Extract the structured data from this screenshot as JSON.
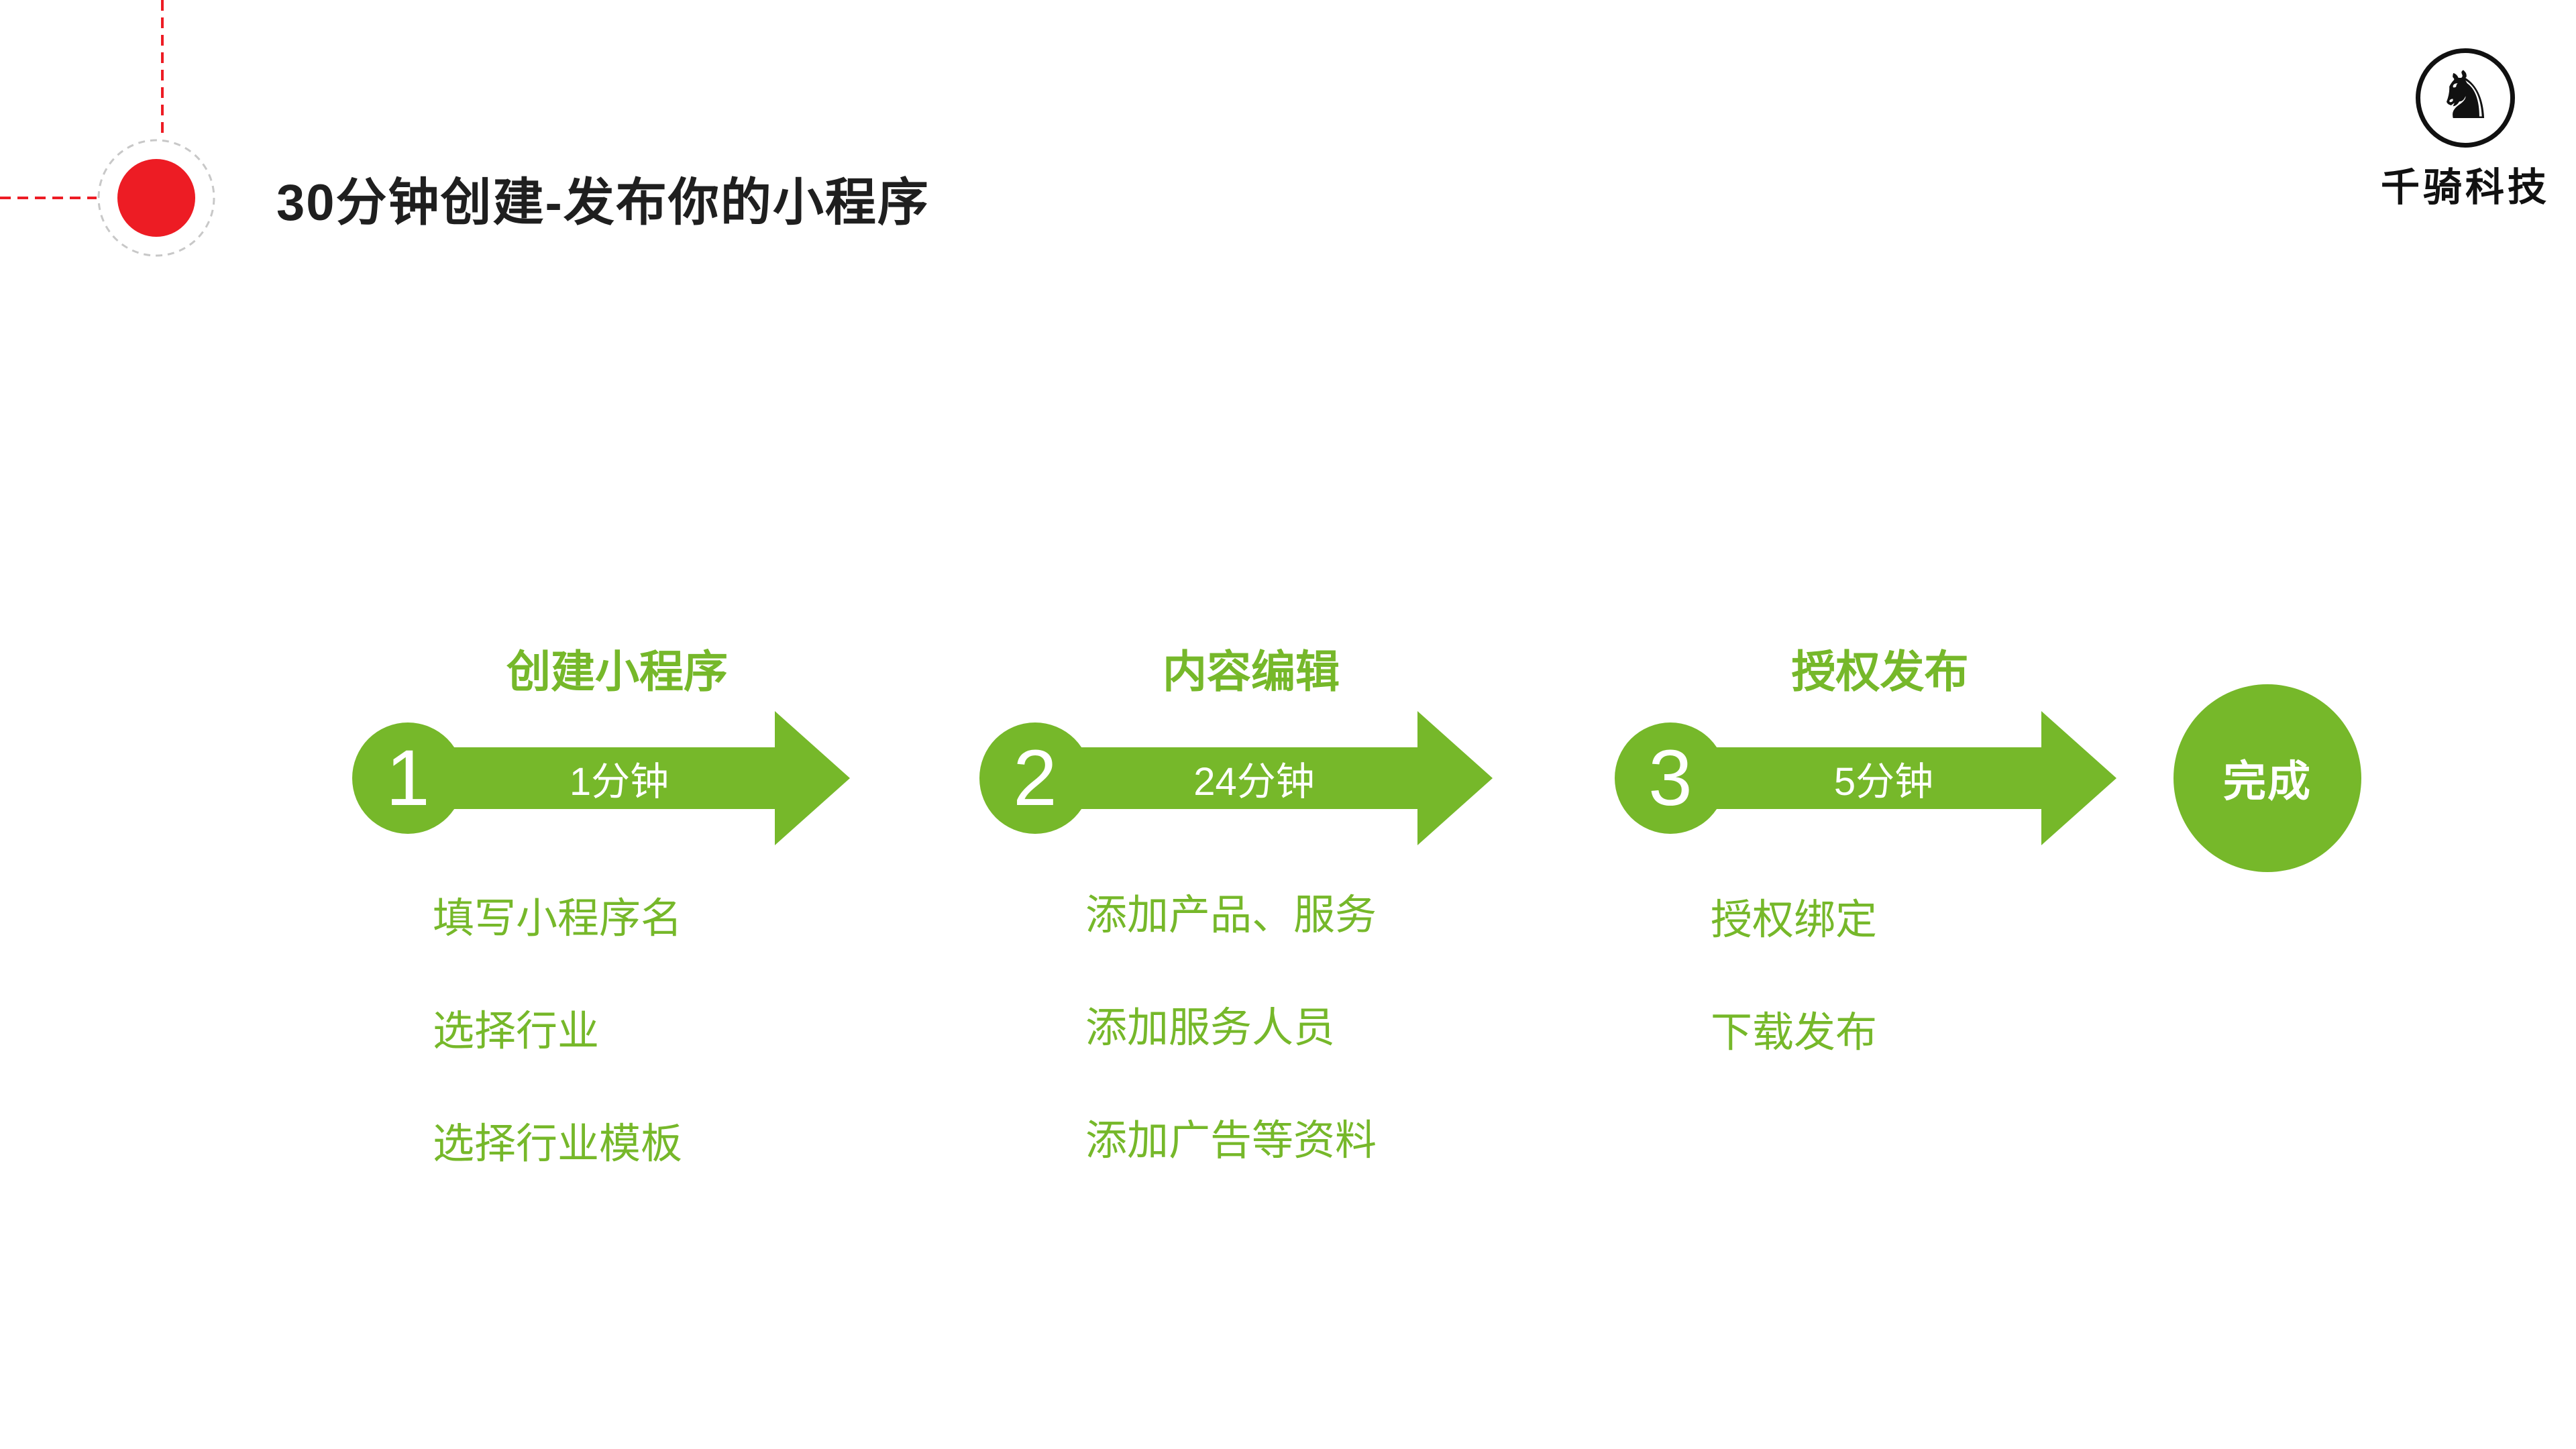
{
  "page": {
    "title": "30分钟创建-发布你的小程序"
  },
  "logo": {
    "glyph": "♞",
    "text": "千骑科技",
    "icon": "zebra-logo-icon"
  },
  "colors": {
    "green": "#76b82a",
    "red": "#ed1c24",
    "ring": "#c8c8c8"
  },
  "steps": [
    {
      "number": "1",
      "label": "创建小程序",
      "duration": "1分钟",
      "items": [
        "填写小程序名",
        "选择行业",
        "选择行业模板"
      ]
    },
    {
      "number": "2",
      "label": "内容编辑",
      "duration": "24分钟",
      "items": [
        "添加产品、服务",
        "添加服务人员",
        "添加广告等资料"
      ]
    },
    {
      "number": "3",
      "label": "授权发布",
      "duration": "5分钟",
      "items": [
        "授权绑定",
        "下载发布"
      ]
    }
  ],
  "finish": {
    "label": "完成"
  }
}
